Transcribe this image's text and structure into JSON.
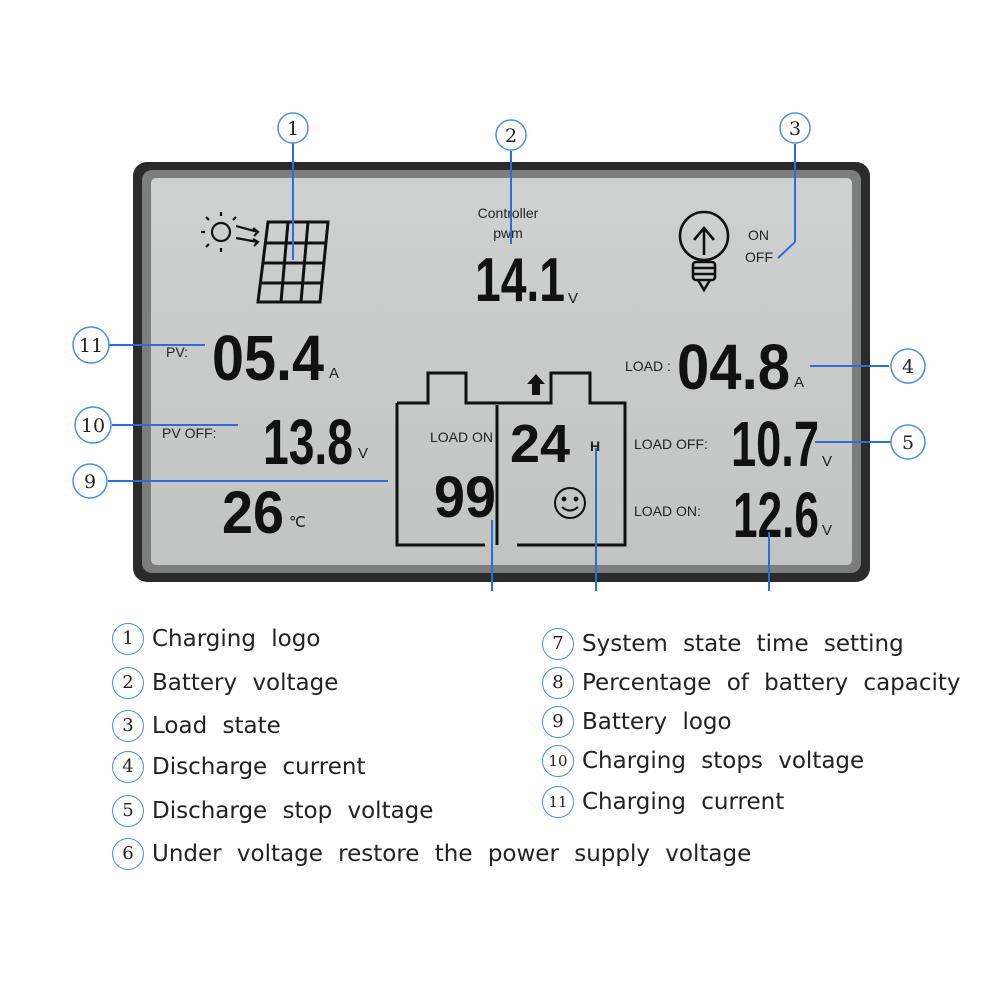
{
  "lcd": {
    "controller_label": "Controller",
    "pwm_label": "pwm",
    "battery_voltage": "14.1",
    "battery_voltage_unit": "V",
    "on_label": "ON",
    "off_label": "OFF",
    "pv_label": "PV:",
    "pv_current": "05.4",
    "pv_current_unit": "A",
    "pv_off_label": "PV OFF:",
    "pv_off_voltage": "13.8",
    "pv_off_unit": "V",
    "temperature": "26",
    "temperature_unit": "℃",
    "load_label": "LOAD :",
    "load_current": "04.8",
    "load_current_unit": "A",
    "battery_load_on_label": "LOAD ON",
    "time_setting": "24",
    "time_unit": "H",
    "battery_capacity": "99",
    "load_off_label": "LOAD OFF:",
    "load_off_voltage": "10.7",
    "load_off_unit": "V",
    "load_on_label": "LOAD ON:",
    "load_on_voltage": "12.6",
    "load_on_unit": "V"
  },
  "callouts": [
    "1",
    "2",
    "3",
    "4",
    "5",
    "9",
    "10",
    "11"
  ],
  "legend": [
    {
      "num": "1",
      "text": "Charging logo"
    },
    {
      "num": "2",
      "text": "Battery voltage"
    },
    {
      "num": "3",
      "text": "Load state"
    },
    {
      "num": "4",
      "text": "Discharge current"
    },
    {
      "num": "5",
      "text": "Discharge stop voltage"
    },
    {
      "num": "6",
      "text": "Under voltage restore the power supply voltage"
    },
    {
      "num": "7",
      "text": "System state time setting"
    },
    {
      "num": "8",
      "text": "Percentage of battery capacity"
    },
    {
      "num": "9",
      "text": "Battery logo"
    },
    {
      "num": "10",
      "text": "Charging stops voltage"
    },
    {
      "num": "11",
      "text": "Charging current"
    }
  ],
  "colors": {
    "bezel": "#2b2b2b",
    "screen": "#c9cbcb",
    "leader_line": "#2a6fd6",
    "circle_border": "#4a90e2",
    "ink": "#111111"
  },
  "icons": [
    "sun-icon",
    "solar-panel-icon",
    "bulb-icon",
    "up-arrow-icon",
    "smiley-icon"
  ]
}
